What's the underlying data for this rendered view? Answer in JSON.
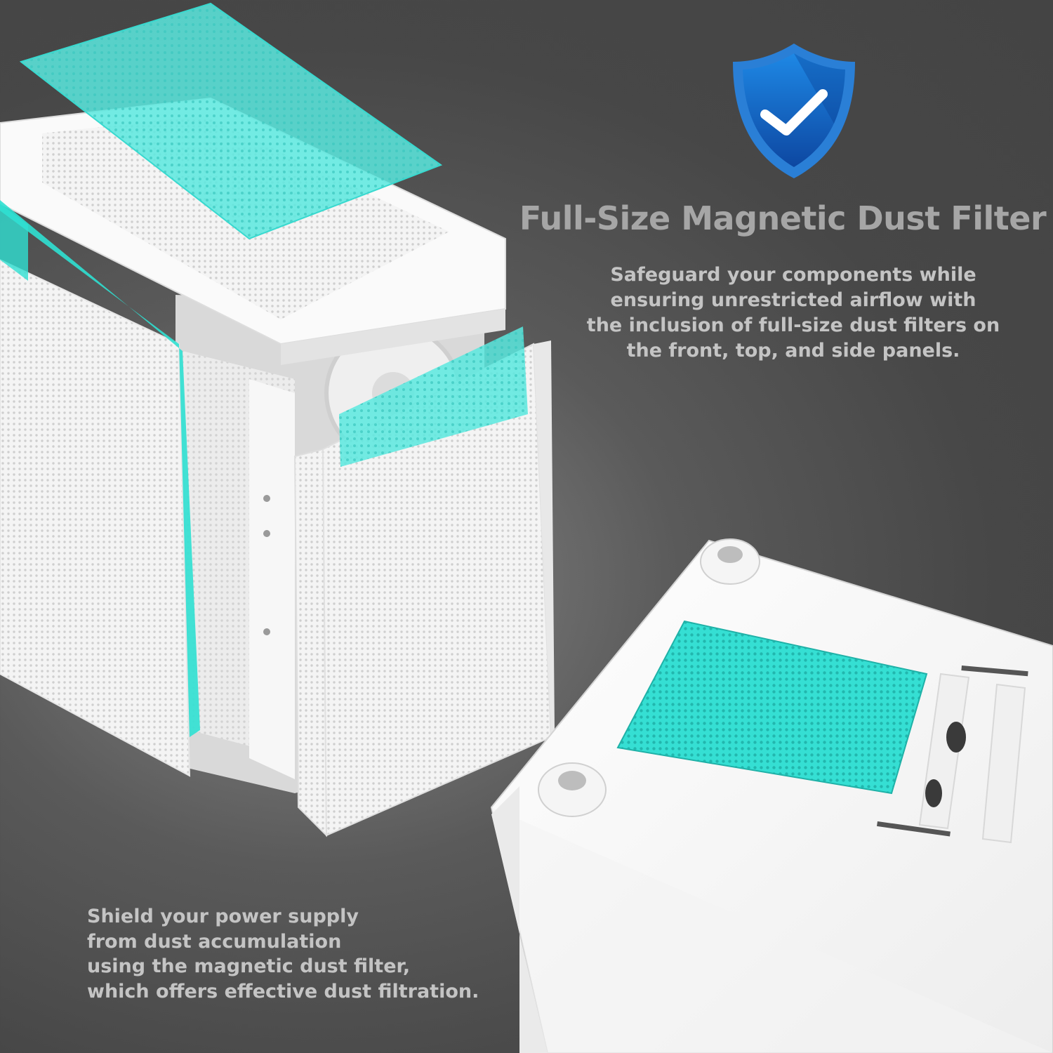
{
  "heading": {
    "title": "Full-Size Magnetic Dust Filter",
    "description_lines": [
      "Safeguard your components while",
      "ensuring unrestricted airflow with",
      "the inclusion of full-size dust filters on",
      "the front, top, and side panels."
    ]
  },
  "psu_note": {
    "lines": [
      "Shield your power supply",
      "from dust accumulation",
      "using the magnetic dust filter,",
      "which offers effective dust filtration."
    ]
  },
  "icons": {
    "badge": "shield-check-icon"
  },
  "colors": {
    "background": "#474747",
    "filter_accent": "#2fe0d2",
    "case_white": "#f2f2f2",
    "shield_blue": "#1565c8",
    "title_text": "#a6a6a6",
    "body_text": "#c4c4c4"
  }
}
